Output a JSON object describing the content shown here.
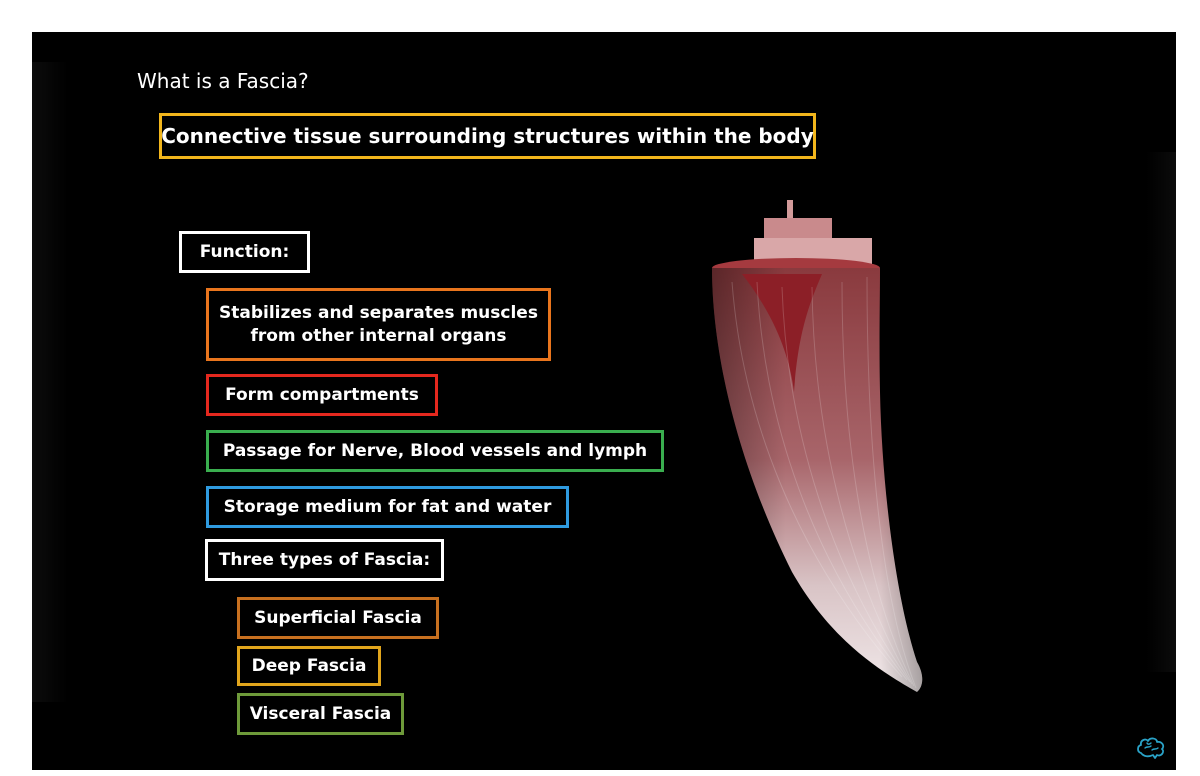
{
  "slide": {
    "title": "What is a Fascia?",
    "definition": "Connective tissue surrounding structures within the body",
    "function_heading": "Function:",
    "functions": [
      "Stabilizes and separates muscles from other internal organs",
      "Form compartments",
      "Passage for Nerve, Blood vessels and lymph",
      "Storage medium for fat and water"
    ],
    "types_heading": "Three types of Fascia:",
    "types": [
      "Superficial Fascia",
      "Deep Fascia",
      "Visceral Fascia"
    ]
  },
  "icons": {
    "illustration": "muscle-illustration",
    "logo": "brain-icon"
  },
  "colors": {
    "background": "#000000",
    "text": "#ffffff",
    "definition_border": "#f2b61c",
    "function_border": "#ffffff",
    "stabilize_border": "#e9751d",
    "compartments_border": "#e4281e",
    "passage_border": "#3aae4f",
    "storage_border": "#2f9be0",
    "types_border": "#ffffff",
    "superficial_border": "#c8701f",
    "deep_border": "#e1a51c",
    "visceral_border": "#6e9a3a",
    "logo": "#2aa3c8"
  }
}
